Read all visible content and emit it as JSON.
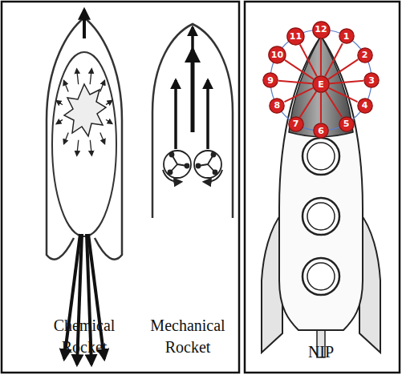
{
  "diagram": {
    "nodes": [
      {
        "text": [
          "1"
        ]
      },
      {
        "text": [
          "2"
        ]
      },
      {
        "text": [
          "3"
        ]
      },
      {
        "text": [
          "4"
        ]
      },
      {
        "text": [
          "5"
        ]
      },
      {
        "text": [
          "6"
        ]
      },
      {
        "text": [
          "7"
        ]
      },
      {
        "text": [
          "8"
        ]
      },
      {
        "text": [
          "9"
        ]
      },
      {
        "text": [
          "10"
        ]
      },
      {
        "text": [
          "11"
        ]
      },
      {
        "text": [
          "12"
        ]
      },
      {
        "text": [
          "E"
        ]
      }
    ],
    "edges": [
      {
        "from": 12,
        "to": 0,
        "arrow": "none"
      },
      {
        "from": 12,
        "to": 1,
        "arrow": "none"
      },
      {
        "from": 12,
        "to": 2,
        "arrow": "none"
      },
      {
        "from": 12,
        "to": 3,
        "arrow": "none"
      },
      {
        "from": 12,
        "to": 4,
        "arrow": "none"
      },
      {
        "from": 12,
        "to": 5,
        "arrow": "none"
      },
      {
        "from": 12,
        "to": 6,
        "arrow": "none"
      },
      {
        "from": 12,
        "to": 7,
        "arrow": "none"
      },
      {
        "from": 12,
        "to": 8,
        "arrow": "none"
      },
      {
        "from": 12,
        "to": 9,
        "arrow": "none"
      },
      {
        "from": 12,
        "to": 10,
        "arrow": "none"
      },
      {
        "from": 12,
        "to": 11,
        "arrow": "none"
      }
    ],
    "labels": [
      "Chemical Rocket",
      "Mechanical Rocket",
      "NIP"
    ]
  }
}
